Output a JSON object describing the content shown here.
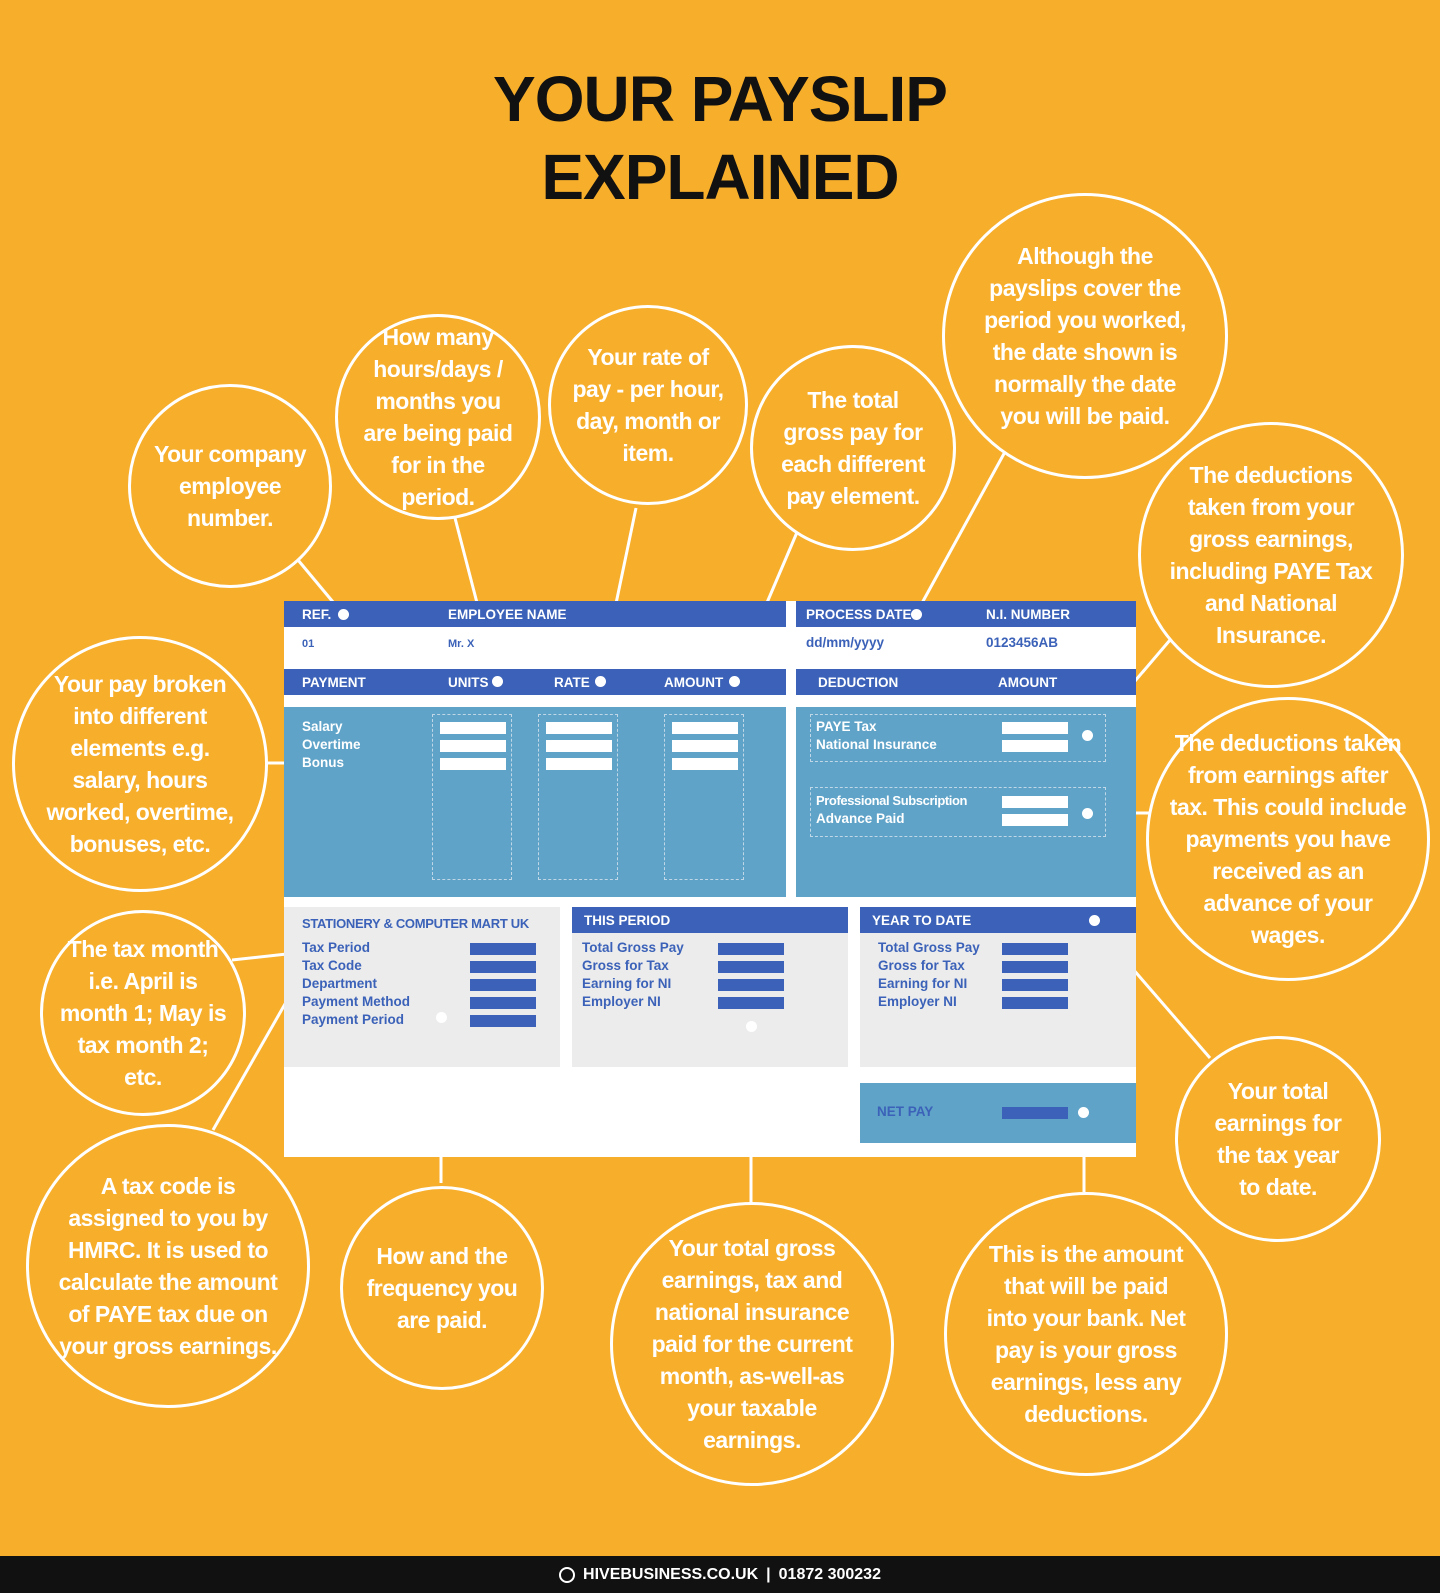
{
  "title": {
    "line1": "YOUR PAYSLIP",
    "line2": "EXPLAINED"
  },
  "payslip": {
    "header": {
      "ref": "REF.",
      "employee_name": "EMPLOYEE NAME",
      "process_date": "PROCESS DATE",
      "ni_number": "N.I. NUMBER"
    },
    "values": {
      "ref": "01",
      "employee_name": "Mr. X",
      "process_date": "dd/mm/yyyy",
      "ni_number": "0123456AB"
    },
    "payment_header": {
      "payment": "PAYMENT",
      "units": "UNITS",
      "rate": "RATE",
      "amount": "AMOUNT"
    },
    "payment_items": [
      "Salary",
      "Overtime",
      "Bonus"
    ],
    "deduction_header": {
      "deduction": "DEDUCTION",
      "amount": "AMOUNT"
    },
    "deduction_items": [
      "PAYE Tax",
      "National Insurance"
    ],
    "other_deduction_items": [
      "Professional Subscription",
      "Advance Paid"
    ],
    "company": {
      "name": "STATIONERY & COMPUTER MART UK",
      "items": [
        "Tax Period",
        "Tax Code",
        "Department",
        "Payment Method",
        "Payment Period"
      ]
    },
    "this_period": {
      "title": "THIS PERIOD",
      "items": [
        "Total Gross Pay",
        "Gross for Tax",
        "Earning for NI",
        "Employer NI"
      ]
    },
    "year_to_date": {
      "title": "YEAR TO DATE",
      "items": [
        "Total Gross Pay",
        "Gross for Tax",
        "Earning for NI",
        "Employer NI"
      ]
    },
    "net_pay": "NET PAY"
  },
  "callouts": {
    "employee_number": "Your company employee number.",
    "units": "How many hours/days / months you are being paid for in the period.",
    "rate": "Your rate of pay - per hour, day, month or item.",
    "amount": "The total gross pay for each different pay element.",
    "process_date": "Although the payslips cover the period you worked, the date shown is normally the date you will be paid.",
    "deductions": "The deductions taken from your gross earnings, including PAYE Tax and National Insurance.",
    "payment_elements": "Your pay broken into different elements e.g. salary, hours worked, overtime, bonuses, etc.",
    "after_tax": "The deductions taken from earnings after tax. This could include payments you have received as an advance of your wages.",
    "tax_month": "The tax month i.e. April is month 1; May is tax month 2; etc.",
    "tax_code": "A tax code is assigned to you by HMRC. It is used to calculate the amount of PAYE tax due on your gross earnings.",
    "payment_method": "How and the frequency you are paid.",
    "this_period": "Your total gross earnings, tax and national insurance paid for the current month, as-well-as your taxable earnings.",
    "net_pay": "This is the amount that will be paid into your bank. Net pay is your gross earnings, less any deductions.",
    "year_to_date": "Your total earnings for the tax year to date."
  },
  "footer": {
    "site": "HIVEBUSINESS.CO.UK",
    "separator": "|",
    "phone": "01872 300232"
  }
}
